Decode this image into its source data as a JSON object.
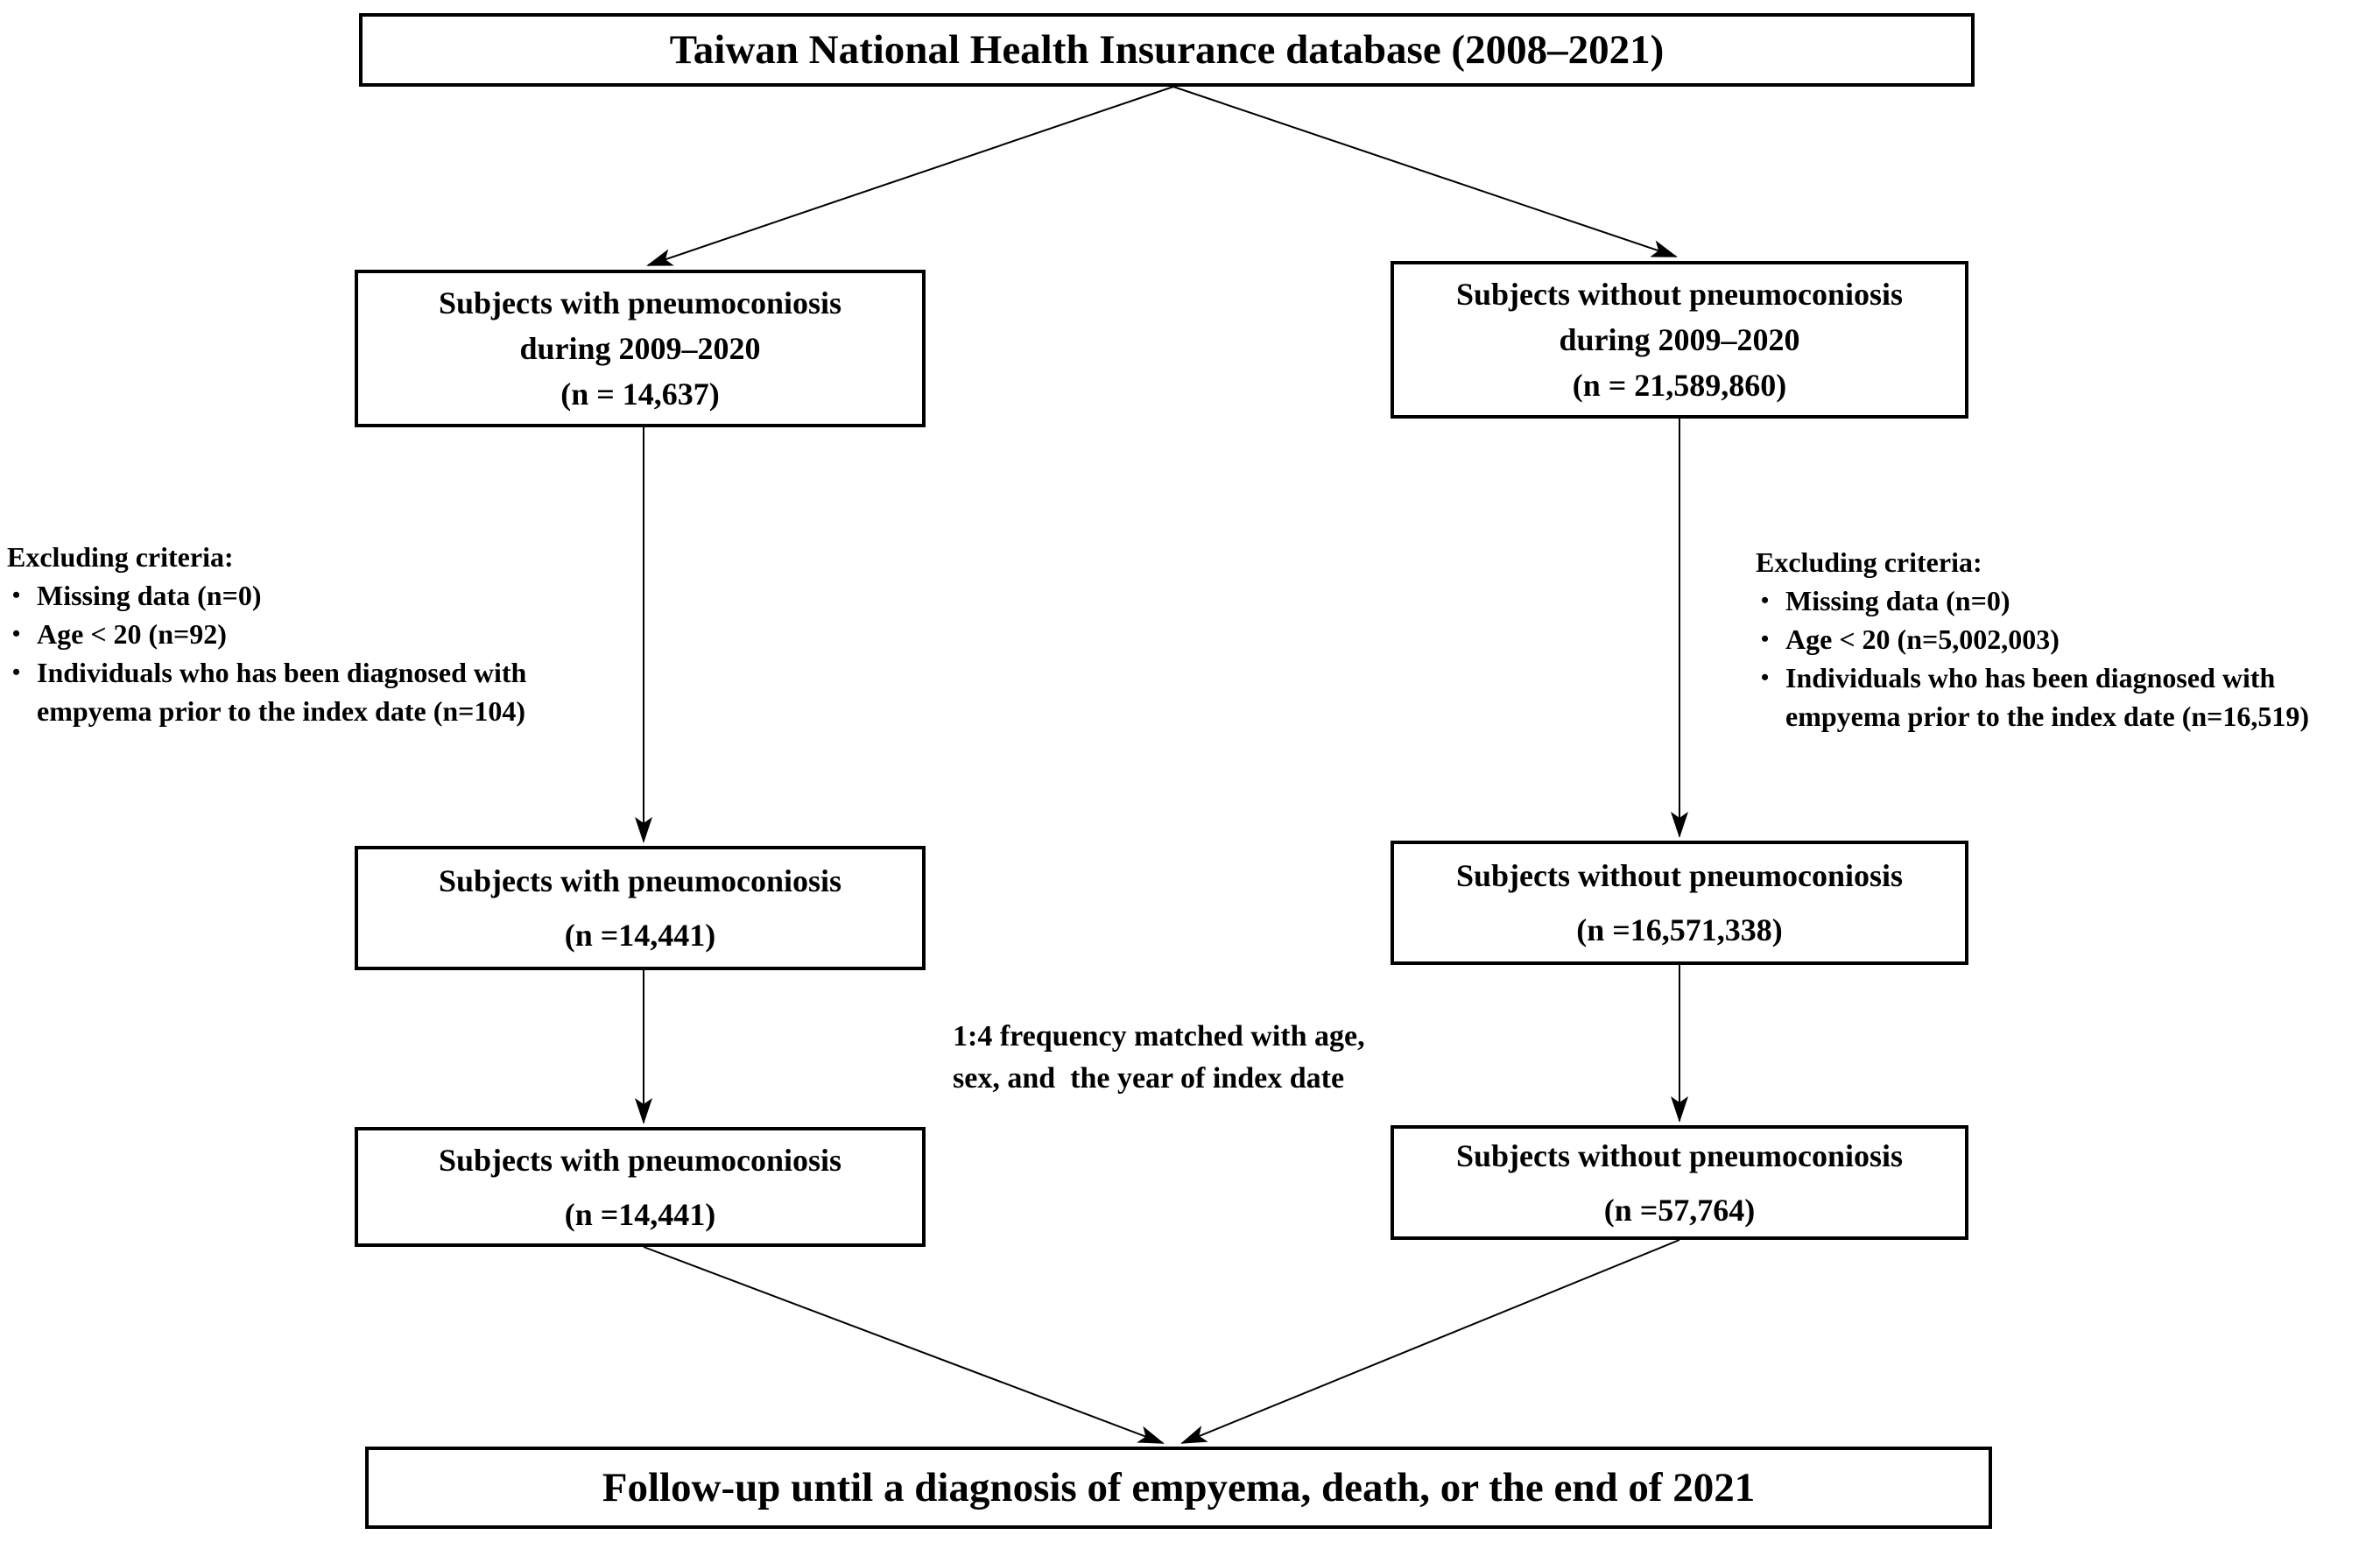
{
  "title_box": "Taiwan National Health Insurance database (2008–2021)",
  "left": {
    "box1": [
      "Subjects with pneumoconiosis",
      "during 2009–2020",
      "(n = 14,637)"
    ],
    "exclusion": {
      "title": "Excluding criteria:",
      "items": [
        "Missing data (n=0)",
        "Age < 20 (n=92)",
        "Individuals who has been diagnosed with empyema prior to the index date (n=104)"
      ]
    },
    "box2": [
      "Subjects with pneumoconiosis",
      "(n =14,441)"
    ],
    "box3": [
      "Subjects with pneumoconiosis",
      "(n =14,441)"
    ]
  },
  "right": {
    "box1": [
      "Subjects without pneumoconiosis",
      "during 2009–2020",
      "(n = 21,589,860)"
    ],
    "exclusion": {
      "title": "Excluding criteria:",
      "items": [
        "Missing data (n=0)",
        "Age < 20 (n=5,002,003)",
        "Individuals who has been diagnosed with empyema prior to the index date (n=16,519)"
      ]
    },
    "box2": [
      "Subjects without pneumoconiosis",
      "(n =16,571,338)"
    ],
    "box3": [
      "Subjects without pneumoconiosis",
      "(n =57,764)"
    ]
  },
  "matching_note": {
    "line1": "1:4 frequency matched with age,",
    "line2": "sex, and  the year of index date"
  },
  "bottom_box": "Follow-up until a diagnosis of empyema, death, or the end of 2021",
  "colors": {
    "line": "#000000",
    "background": "#ffffff",
    "text": "#000000"
  },
  "bullet_glyph": "•"
}
